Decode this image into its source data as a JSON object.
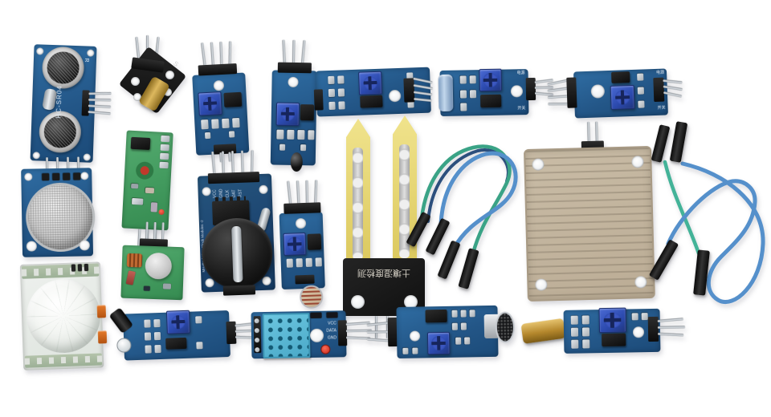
{
  "image": {
    "kind": "product-photo",
    "subject": "electronic sensor module starter kit, 21 components arranged on a white background"
  },
  "palette": {
    "background": "#ffffff",
    "pcb_blue": "#235687",
    "pcb_green": "#429a5e",
    "trimmer_blue": "#2b49ad",
    "dht_blue": "#4aa9c8",
    "fork_yellow": "#e5d678",
    "rain_beige": "#c0b29c",
    "gold_brass": "#b4872c",
    "wire_blue": "#5590cb",
    "wire_teal": "#43b398",
    "wire_green": "#3aa386",
    "wire_navy": "#2c4f7d"
  },
  "modules": {
    "ultrasonic": {
      "name": "HC-SR04 ultrasonic distance sensor",
      "label": "HC-SR04",
      "corner_mark": "R"
    },
    "laser": {
      "name": "laser emitter module",
      "mark": "S"
    },
    "sensor_a": {
      "name": "LM393 comparator sensor module"
    },
    "flame": {
      "name": "flame sensor module"
    },
    "moisture_comparator": {
      "name": "moisture comparator module"
    },
    "vibration": {
      "name": "SW-420 vibration sensor module",
      "label_top": "电源",
      "label_bottom": "开关"
    },
    "comparator_b": {
      "name": "LM393 sensor comparator module",
      "label_top": "电源",
      "label_bottom": "开关"
    },
    "gas": {
      "name": "MQ-2 gas sensor module"
    },
    "rf_receiver": {
      "name": "RF receiver module"
    },
    "rtc": {
      "name": "DS1302 real-time clock module",
      "side_text": "MH-Real-Time Clock Modules -2",
      "pin_labels": [
        "VCC",
        "GND",
        "CLK",
        "DAT",
        "RST"
      ]
    },
    "photoresistor": {
      "name": "photoresistor light sensor module"
    },
    "soil_fork": {
      "name": "soil moisture probe fork",
      "label": "土壤湿度检测"
    },
    "jumper_wires_middle": {
      "name": "dupont jumper wires, green and blue"
    },
    "rain_plate": {
      "name": "rain drop detection sensor plate"
    },
    "jumper_wires_right": {
      "name": "dupont jumper wires, teal and blue"
    },
    "pir": {
      "name": "PIR motion sensor with fresnel dome"
    },
    "rf_transmitter": {
      "name": "RF transmitter module"
    },
    "ir_obstacle": {
      "name": "IR obstacle avoidance module"
    },
    "dht11": {
      "name": "DHT11 temperature and humidity sensor",
      "pin_labels": [
        "VCC",
        "DATA",
        "GND"
      ]
    },
    "sound": {
      "name": "microphone sound sensor module"
    },
    "tilt": {
      "name": "tilt switch sensor module"
    }
  }
}
